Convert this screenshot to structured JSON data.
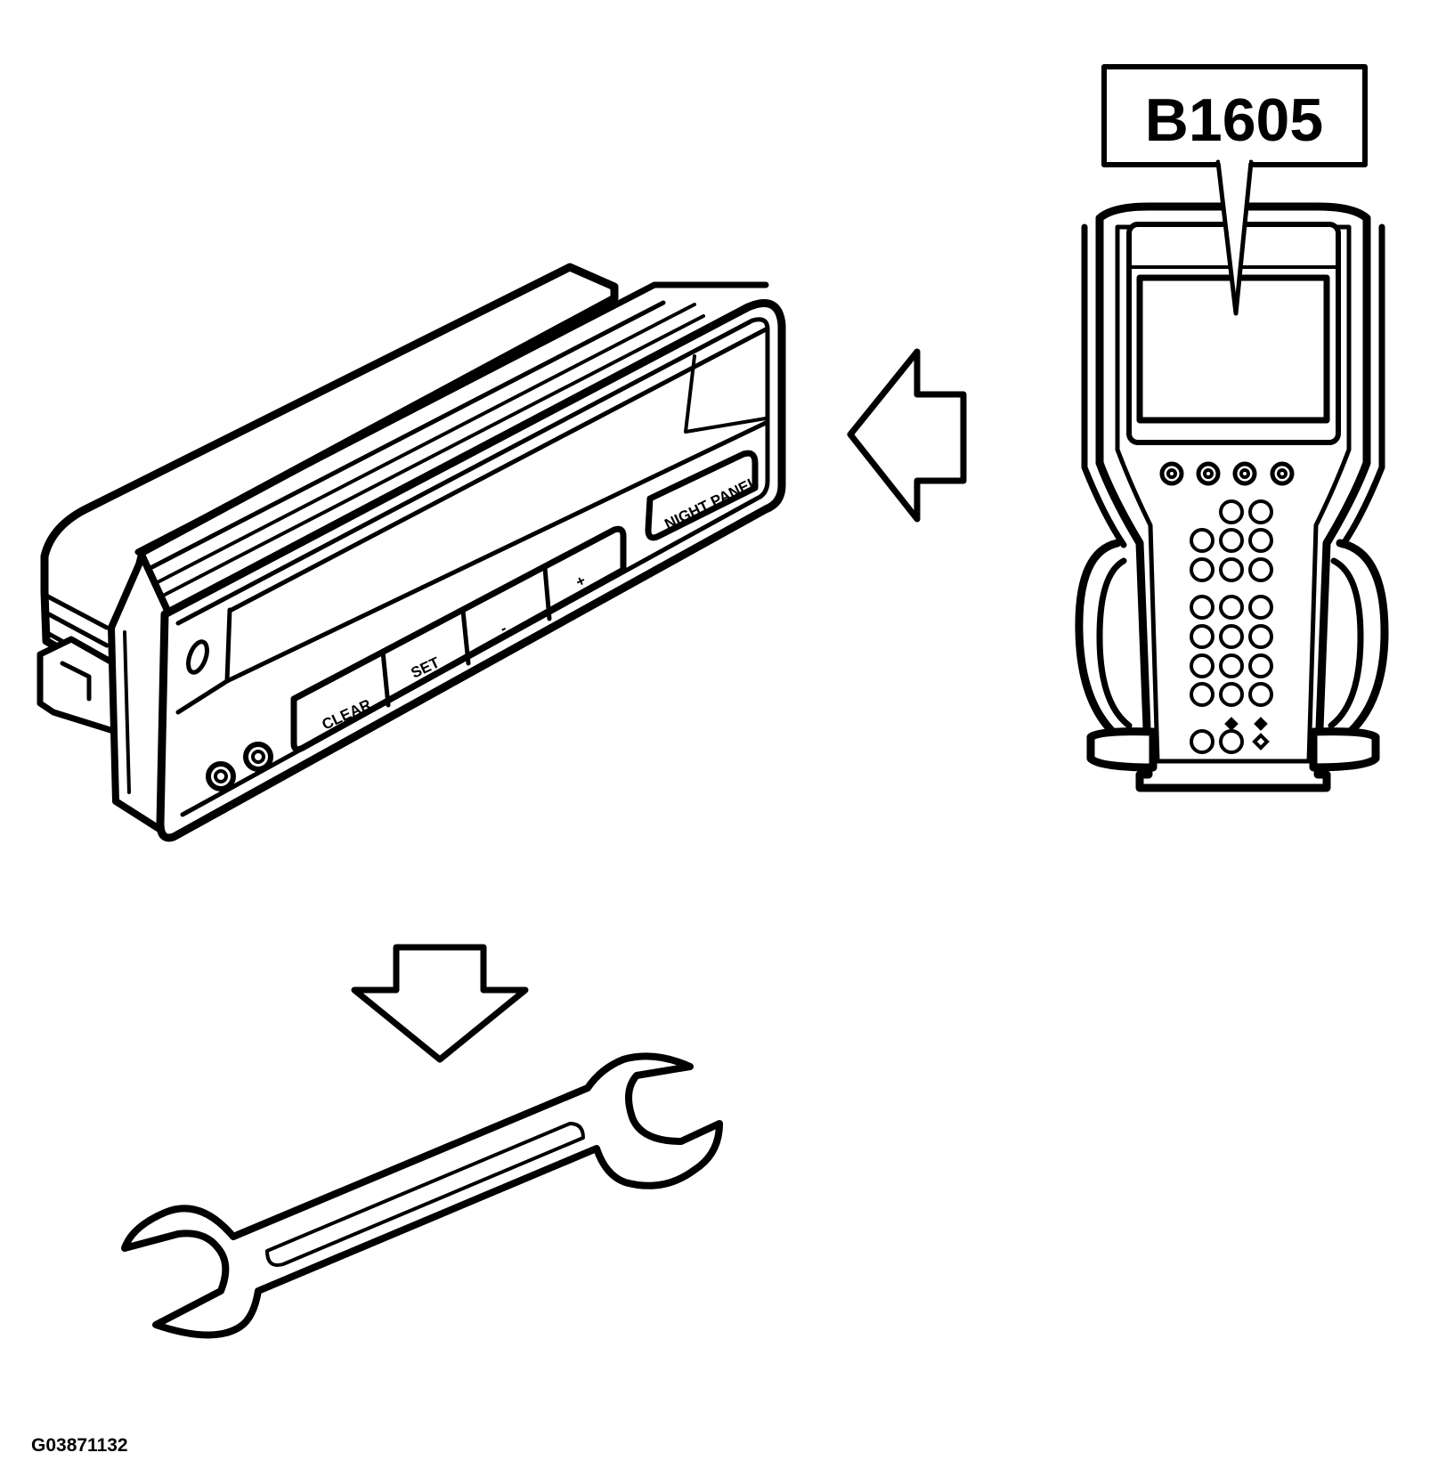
{
  "diagram": {
    "dtc_code": "B1605",
    "figure_id": "G03871132",
    "control_panel": {
      "buttons": {
        "clear": "CLEAR",
        "set": "SET",
        "minus": "-",
        "plus": "+",
        "night_panel": "NIGHT PANEL"
      }
    },
    "icons": {
      "control_module": "instrument-control-module-icon",
      "scan_tool": "scan-tool-icon",
      "arrow_left": "arrow-left-icon",
      "arrow_down": "arrow-down-icon",
      "wrench": "wrench-icon"
    }
  }
}
